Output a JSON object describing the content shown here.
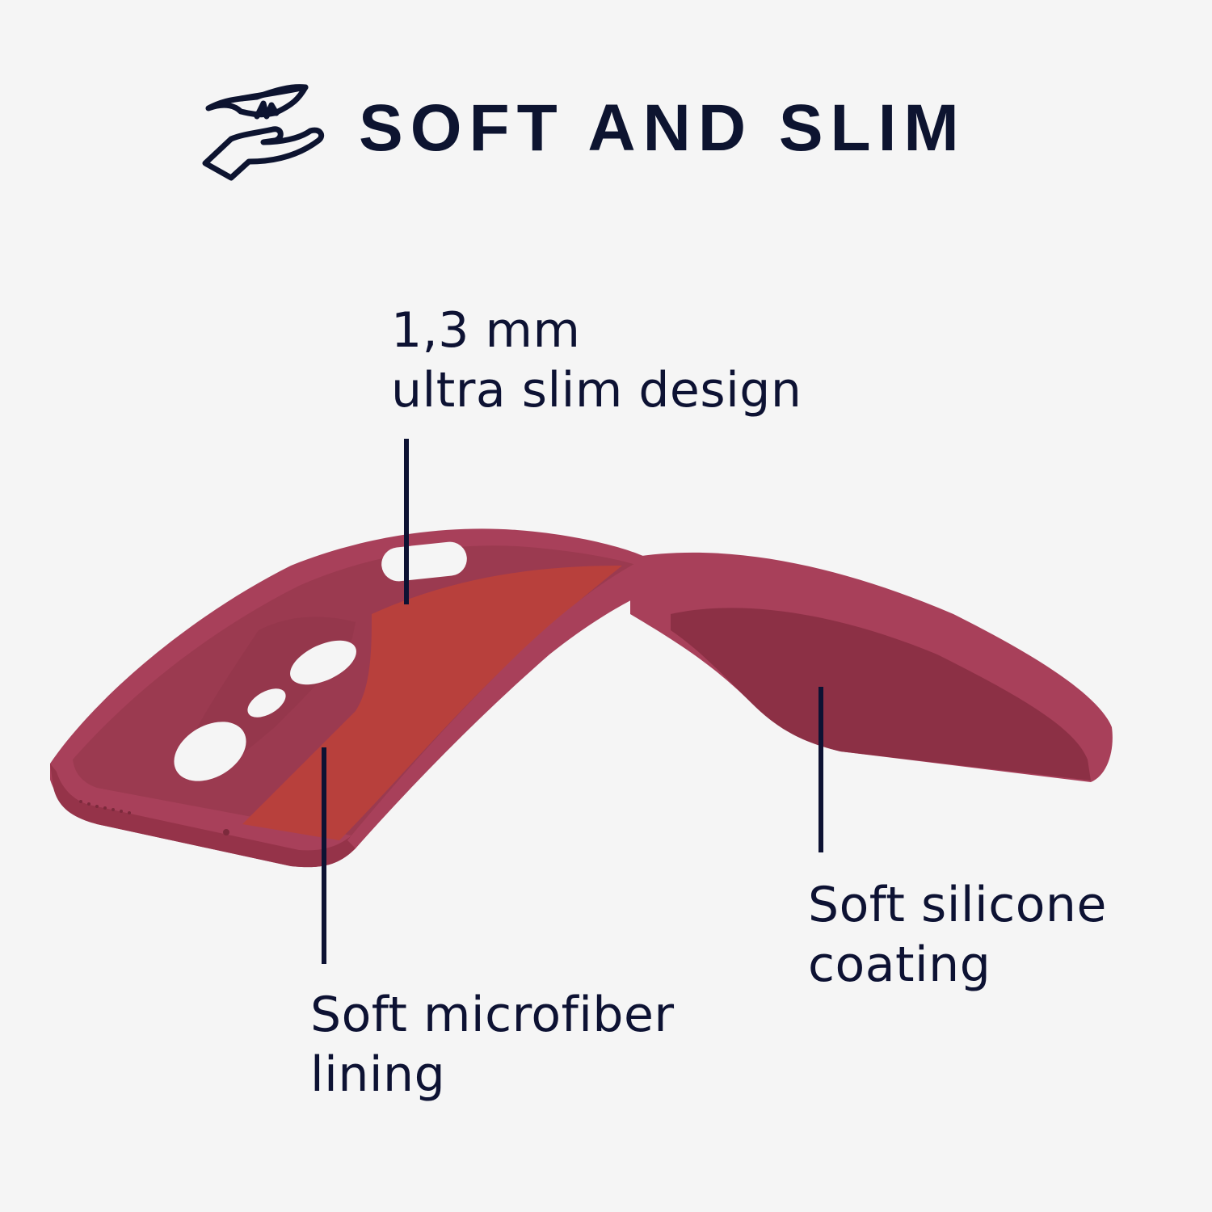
{
  "header": {
    "icon": "leaf-over-hand-icon",
    "title": "SOFT AND SLIM"
  },
  "product": {
    "name": "phone-case",
    "colors": {
      "outer": "#a8405a",
      "outer_shadow": "#8c3045",
      "inner": "#9b3a50",
      "lining": "#b8403c",
      "background": "#f5f5f5",
      "text": "#0d1233"
    }
  },
  "callouts": {
    "thickness": {
      "line1": "1,3 mm",
      "line2": "ultra slim design"
    },
    "silicone": {
      "line1": "Soft silicone",
      "line2": "coating"
    },
    "microfiber": {
      "line1": "Soft microfiber",
      "line2": "lining"
    }
  }
}
